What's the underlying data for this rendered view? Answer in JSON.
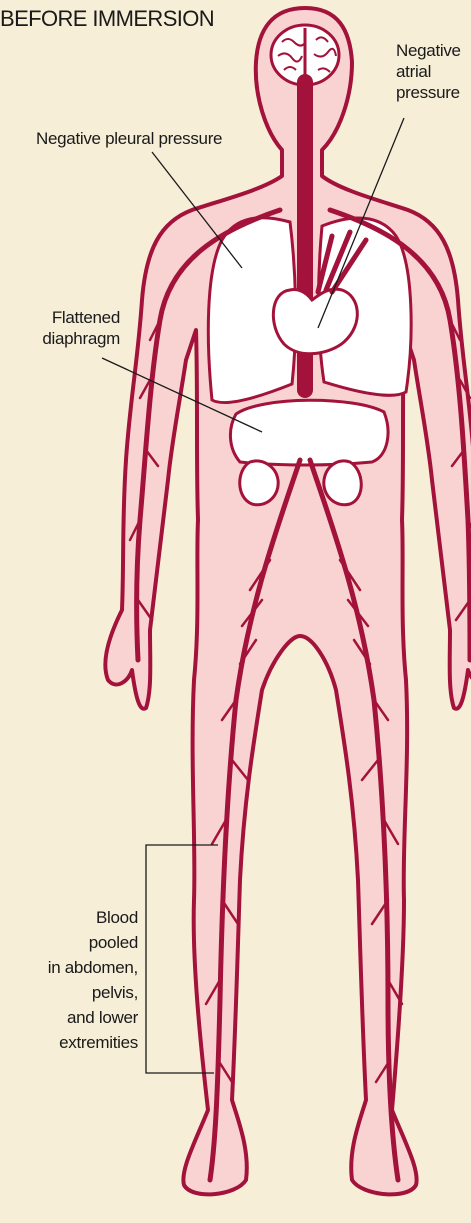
{
  "title": "BEFORE IMMERSION",
  "labels": {
    "negative_atrial_pressure": [
      "Negative",
      "atrial",
      "pressure"
    ],
    "negative_pleural_pressure": "Negative pleural pressure",
    "flattened_diaphragm": [
      "Flattened",
      "diaphragm"
    ],
    "blood_pooled": [
      "Blood",
      "pooled",
      "in abdomen,",
      "pelvis,",
      "and lower",
      "extremities"
    ]
  },
  "colors": {
    "background": "#f7eed8",
    "body_fill": "#f9d3d2",
    "vessel": "#a3123a",
    "organ_fill": "#ffffff",
    "leader_line": "#1a1a1a"
  }
}
